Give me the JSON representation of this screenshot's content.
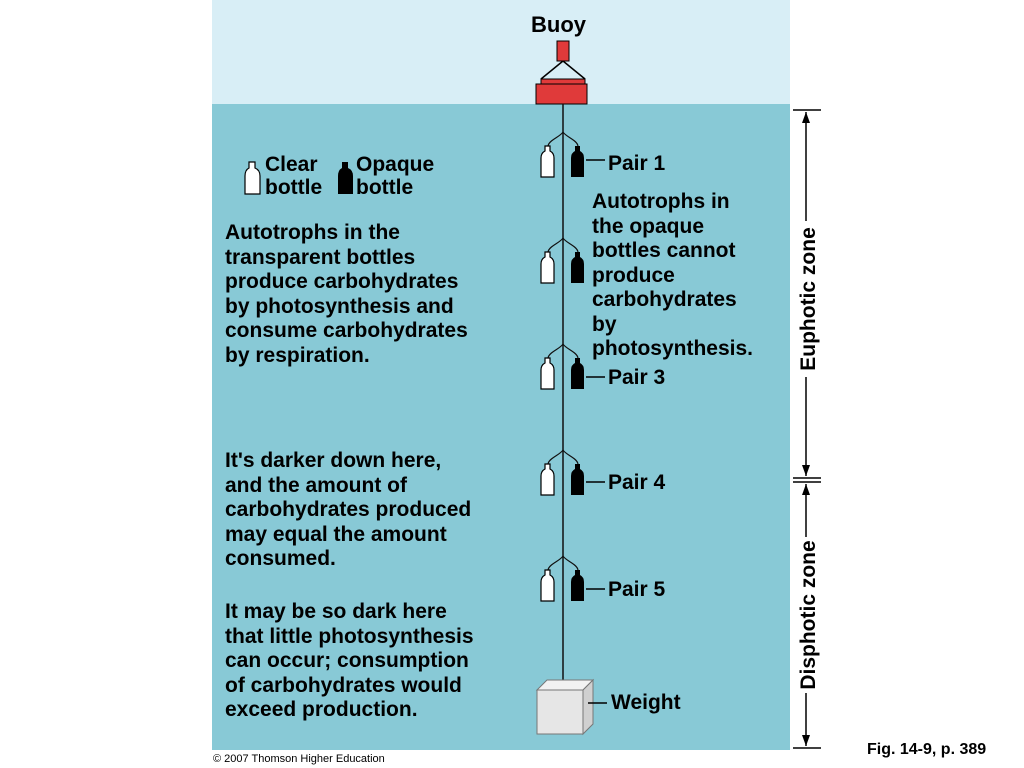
{
  "title": "Buoy",
  "legend": {
    "clear": "Clear\nbottle",
    "opaque": "Opaque\nbottle"
  },
  "pairs": {
    "p1": "Pair 1",
    "p3": "Pair 3",
    "p4": "Pair 4",
    "p5": "Pair 5"
  },
  "weight": "Weight",
  "notes": {
    "transparent": "Autotrophs in the\ntransparent bottles\nproduce carbohydrates\nby photosynthesis and\nconsume carbohydrates\nby respiration.",
    "opaque": "Autotrophs in\nthe opaque\nbottles cannot\nproduce\ncarbohydrates\nby\nphotosynthesis.",
    "darker": "It's darker down here,\nand the amount of\ncarbohydrates produced\nmay equal the amount\nconsumed.",
    "dark": "It may be so dark here\nthat little photosynthesis\ncan occur; consumption\nof carbohydrates would\nexceed production."
  },
  "zones": {
    "euphotic": "Euphotic zone",
    "disphotic": "Disphotic zone"
  },
  "credit": "© 2007 Thomson Higher Education",
  "figure_ref": "Fig. 14-9, p. 389",
  "colors": {
    "sky": "#d8eef6",
    "water": "#88c9d6",
    "buoy": "#e03a3a",
    "bottle_dark": "#000000",
    "bottle_clear": "#ffffff"
  }
}
